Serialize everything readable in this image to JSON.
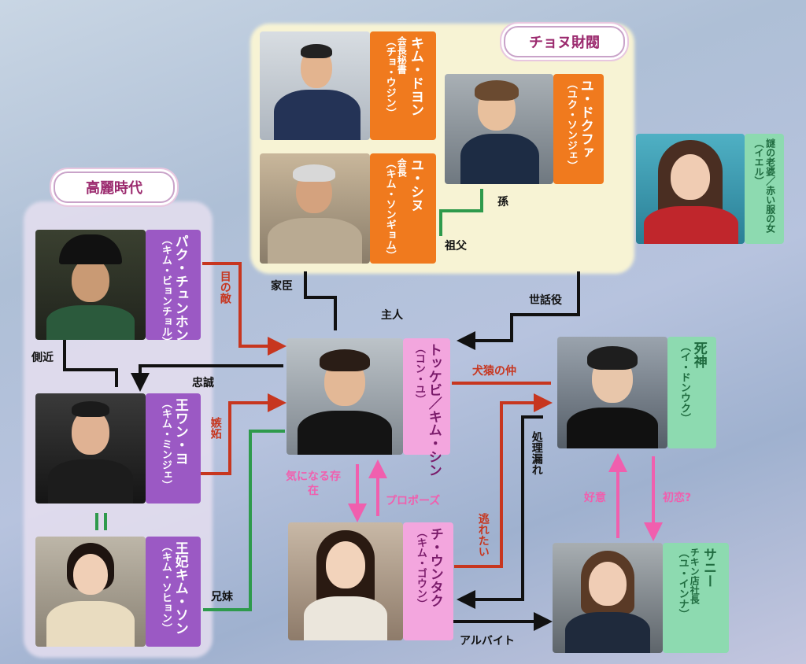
{
  "groups": {
    "chaebol": "チョヌ財閥",
    "goryeo": "高麗時代"
  },
  "chars": {
    "kim_dohon": {
      "name": "キム・ドヨン",
      "role": "会長秘書",
      "actor": "（チョ・ウジン）"
    },
    "yoo_dokhwa": {
      "name": "ユ・ドクファ",
      "actor": "（ユク・ソンジェ）"
    },
    "yoo_shinu": {
      "name": "ユ・シヌ",
      "role": "会長",
      "actor": "（キム・ソンギョム）"
    },
    "mystery": {
      "name": "謎の老婆／赤い服の女",
      "actor": "（イエル）"
    },
    "park": {
      "name": "パク・チュンホン",
      "actor": "（キム・ビョンチョル）"
    },
    "king": {
      "name": "王ワン・ヨ",
      "actor": "（キム・ミンジェ）"
    },
    "queen": {
      "name": "王妃キム・ソン",
      "actor": "（キム・ソヒョン）"
    },
    "goblin": {
      "name": "トッケビ／キム・シン",
      "actor": "（コン・ユ）"
    },
    "reaper": {
      "name": "死神",
      "actor": "（イ・ドンウク）"
    },
    "euntak": {
      "name": "チ・ウンタク",
      "actor": "（キム・ゴウン）"
    },
    "sunny": {
      "name": "サニー",
      "role": "チキン店社長",
      "actor": "（ユ・インナ）"
    }
  },
  "relations": {
    "mago": "孫",
    "sofu": "祖父",
    "kashin": "家臣",
    "shujin": "主人",
    "sewayaku": "世話役",
    "me_no_teki": "目の敵",
    "sokkin": "側近",
    "chusei": "忠誠",
    "kenen": "犬猿の仲",
    "shitto": "嫉妬",
    "kyodai": "兄妹",
    "ki_ni_naru": "気になる存在",
    "propose": "プロポーズ",
    "nigetai": "逃れたい",
    "shori_more": "処理漏れ",
    "koi": "好意",
    "hatsukoi": "初恋?",
    "arubaito": "アルバイト"
  },
  "colors": {
    "red": "#c7361f",
    "black": "#111111",
    "green": "#2e9a4c",
    "pink": "#f05fae",
    "orange": "#f07a1e",
    "purple": "#9b59c4"
  }
}
